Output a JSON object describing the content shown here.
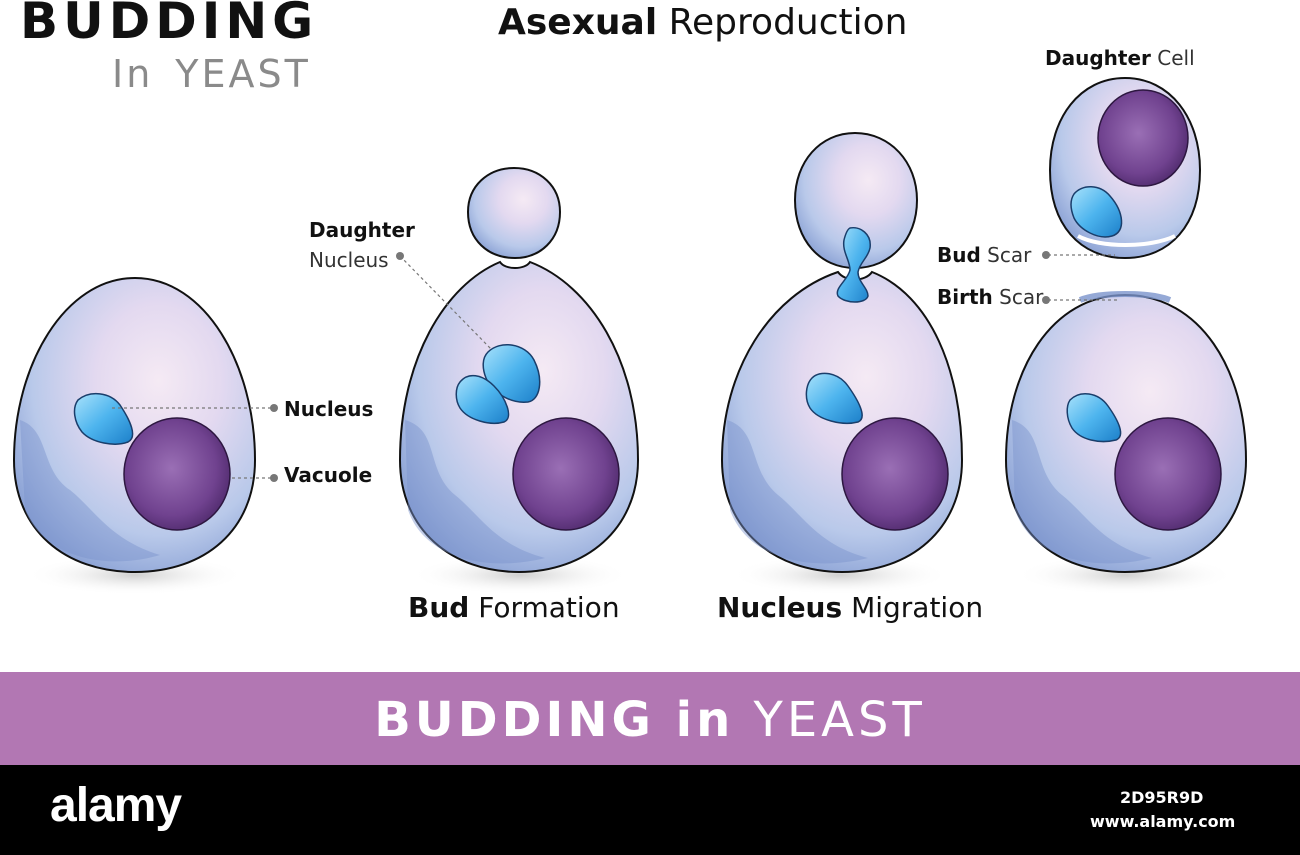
{
  "title": {
    "main": "BUDDING",
    "sub_in": "In",
    "sub_yeast": "YEAST"
  },
  "header": {
    "bold": "Asexual",
    "rest": "Reproduction"
  },
  "labels": {
    "daughter_nucleus_bold": "Daughter",
    "daughter_nucleus_light": "Nucleus",
    "nucleus": "Nucleus",
    "vacuole": "Vacuole",
    "daughter_cell_bold": "Daughter",
    "daughter_cell_light": "Cell",
    "bud_scar_bold": "Bud",
    "bud_scar_light": "Scar",
    "birth_scar_bold": "Birth",
    "birth_scar_light": "Scar"
  },
  "captions": {
    "bud_formation_bold": "Bud",
    "bud_formation_light": "Formation",
    "nucleus_migration_bold": "Nucleus",
    "nucleus_migration_light": "Migration"
  },
  "banner": {
    "bold": "BUDDING in",
    "light": "YEAST"
  },
  "footer": {
    "brand": "alamy",
    "image_id": "2D95R9D",
    "site": "www.alamy.com"
  },
  "colors": {
    "banner": "#b277b3",
    "nucleus_blue": "#39a8e6",
    "vacuole_purple": "#6c3b8c",
    "cell_fill": "#c9d6ef",
    "footer": "#000000"
  }
}
